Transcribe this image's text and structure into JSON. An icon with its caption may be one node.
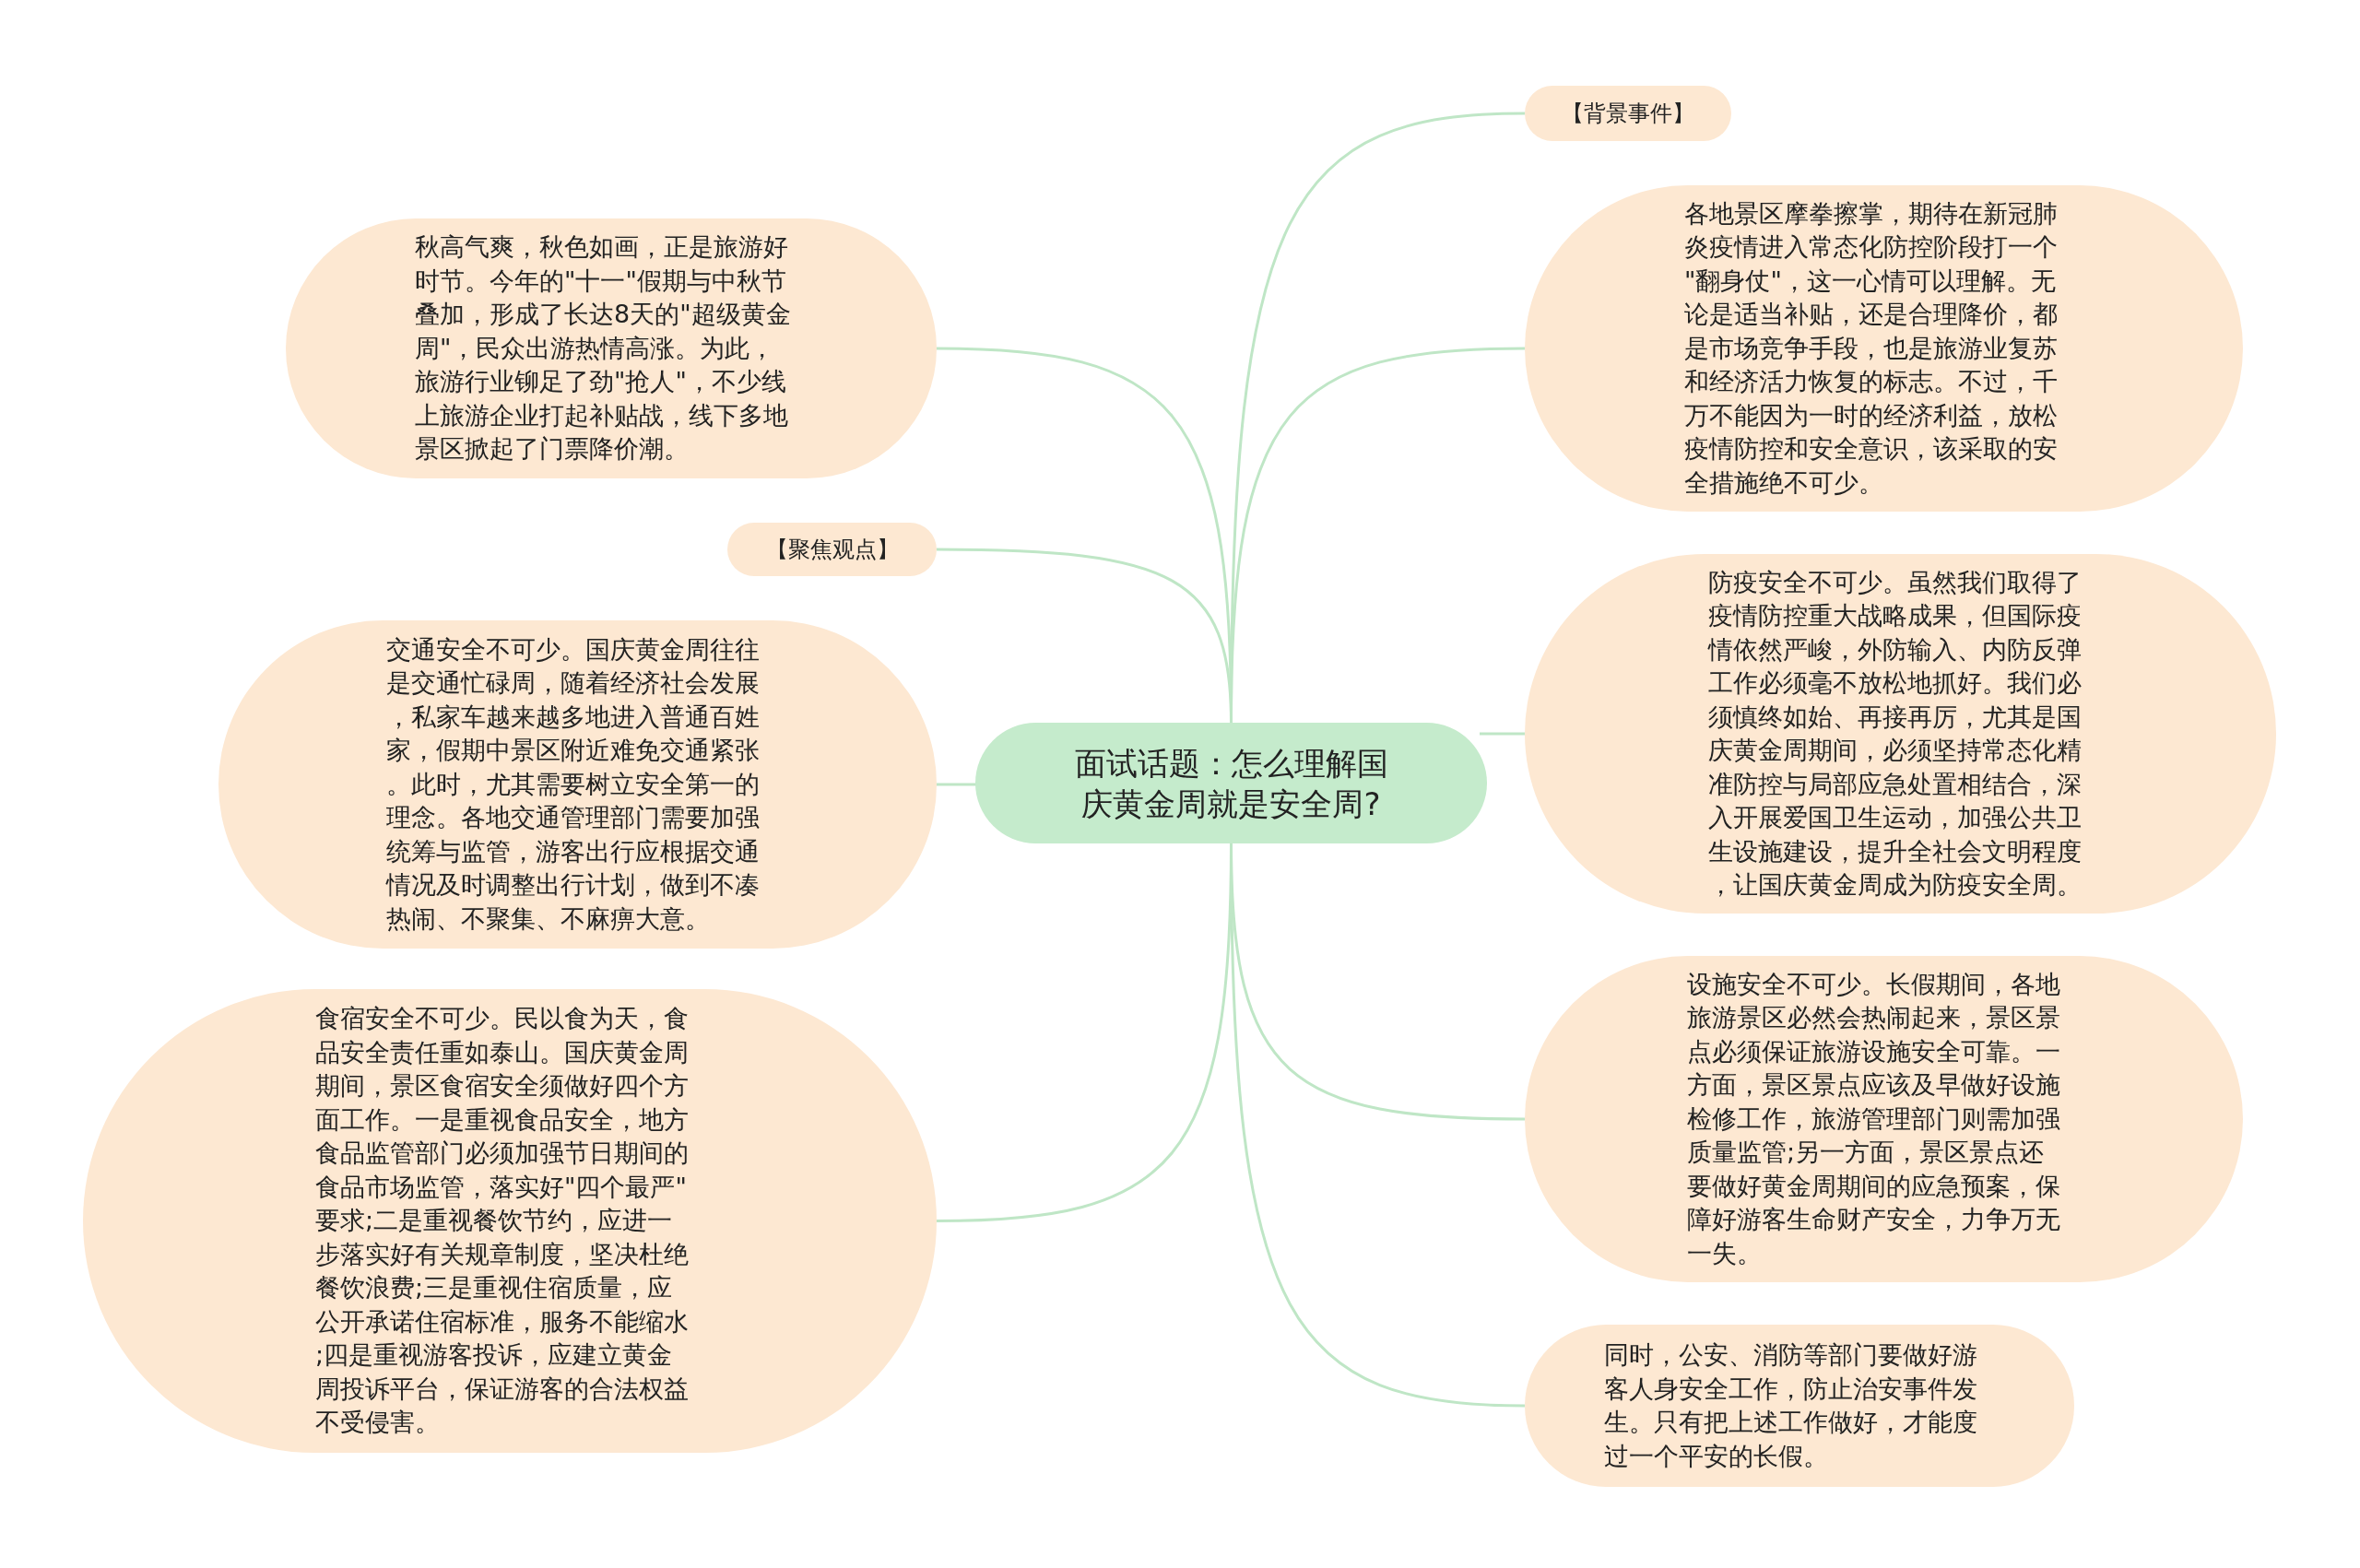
{
  "diagram": {
    "nodes": [
      {
        "text": [
          "面试话题：怎么理解国庆黄金周就是安全周?"
        ]
      },
      {
        "text": [
          "秋高气爽，秋色如画，正是旅游好时节。今年的\"十一\"假期与中秋节叠加，形成了长达8天的\"超级黄金周\"，民众出游热情高涨。为此，旅游行业铆足了劲\"抢人\"，不少线上旅游企业打起补贴战，线下多地景区掀起了门票降价潮。"
        ]
      },
      {
        "text": [
          "【聚焦观点】"
        ]
      },
      {
        "text": [
          "交通安全不可少。国庆黄金周往往是交通忙碌周，随着经济社会发展，私家车越来越多地进入普通百姓家，假期中景区附近难免交通紧张。此时，尤其需要树立安全第一的理念。各地交通管理部门需要加强统筹与监管，游客出行应根据交通情况及时调整出行计划，做到不凑热闹、不聚集、不麻痹大意。"
        ]
      },
      {
        "text": [
          "食宿安全不可少。民以食为天，食品安全责任重如泰山。国庆黄金周期间，景区食宿安全须做好四个方面工作。一是重视食品安全，地方食品监管部门必须加强节日期间的食品市场监管，落实好\"四个最严\"要求;二是重视餐饮节约，应进一步落实好有关规章制度，坚决杜绝餐饮浪费;三是重视住宿质量，应公开承诺住宿标准，服务不能缩水;四是重视游客投诉，应建立黄金周投诉平台，保证游客的合法权益不受侵害。"
        ]
      },
      {
        "text": [
          "【背景事件】"
        ]
      },
      {
        "text": [
          "各地景区摩拳擦掌，期待在新冠肺炎疫情进入常态化防控阶段打一个\"翻身仗\"，这一心情可以理解。无论是适当补贴，还是合理降价，都是市场竞争手段，也是旅游业复苏和经济活力恢复的标志。不过，千万不能因为一时的经济利益，放松疫情防控和安全意识，该采取的安全措施绝不可少。"
        ]
      },
      {
        "text": [
          "防疫安全不可少。虽然我们取得了疫情防控重大战略成果，但国际疫情依然严峻，外防输入、内防反弹工作必须毫不放松地抓好。我们必须慎终如始、再接再厉，尤其是国庆黄金周期间，必须坚持常态化精准防控与局部应急处置相结合，深入开展爱国卫生运动，加强公共卫生设施建设，提升全社会文明程度，让国庆黄金周成为防疫安全周。"
        ]
      },
      {
        "text": [
          "设施安全不可少。长假期间，各地旅游景区必然会热闹起来，景区景点必须保证旅游设施安全可靠。一方面，景区景点应该及早做好设施检修工作，旅游管理部门则需加强质量监管;另一方面，景区景点还要做好黄金周期间的应急预案，保障好游客生命财产安全，力争万无一失。"
        ]
      },
      {
        "text": [
          "同时，公安、消防等部门要做好游客人身安全工作，防止治安事件发生。只有把上述工作做好，才能度过一个平安的长假。"
        ]
      }
    ],
    "edges": [
      {
        "from": 0,
        "to": 1,
        "arrow": "none"
      },
      {
        "from": 0,
        "to": 2,
        "arrow": "none"
      },
      {
        "from": 0,
        "to": 3,
        "arrow": "none"
      },
      {
        "from": 0,
        "to": 4,
        "arrow": "none"
      },
      {
        "from": 0,
        "to": 5,
        "arrow": "none"
      },
      {
        "from": 0,
        "to": 6,
        "arrow": "none"
      },
      {
        "from": 0,
        "to": 7,
        "arrow": "none"
      },
      {
        "from": 0,
        "to": 8,
        "arrow": "none"
      },
      {
        "from": 0,
        "to": 9,
        "arrow": "none"
      }
    ]
  }
}
